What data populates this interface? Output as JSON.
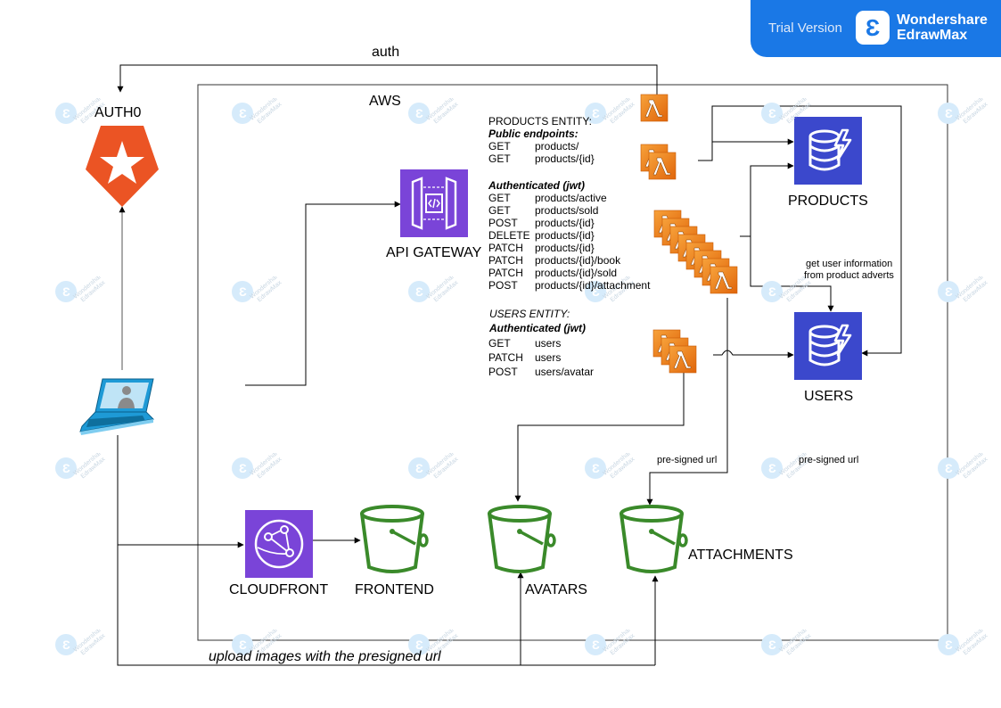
{
  "banner": {
    "trial": "Trial Version",
    "brand_line1": "Wondershare",
    "brand_line2": "EdrawMax",
    "logo_glyph": "Ɛ"
  },
  "watermark": {
    "line1": "Wondershare",
    "line2": "EdrawMax"
  },
  "labels": {
    "auth": "auth",
    "aws": "AWS",
    "auth0": "AUTH0",
    "api_gateway": "API GATEWAY",
    "products": "PRODUCTS",
    "users": "USERS",
    "cloudfront": "CLOUDFRONT",
    "frontend": "FRONTEND",
    "avatars": "AVATARS",
    "attachments": "ATTACHMENTS",
    "get_user_info_1": "get user information",
    "get_user_info_2": "from product adverts",
    "presigned_1": "pre-signed url",
    "presigned_2": "pre-signed url",
    "upload": "upload images with the presigned url"
  },
  "endpoints": {
    "products_title": "PRODUCTS ENTITY:",
    "public_title": "Public endpoints:",
    "public": [
      {
        "method": "GET",
        "path": "products/"
      },
      {
        "method": "GET",
        "path": "products/{id}"
      }
    ],
    "auth_title": "Authenticated (jwt)",
    "authenticated": [
      {
        "method": "GET",
        "path": "products/active"
      },
      {
        "method": "GET",
        "path": "products/sold"
      },
      {
        "method": "POST",
        "path": "products/{id}"
      },
      {
        "method": "DELETE",
        "path": "products/{id}"
      },
      {
        "method": "PATCH",
        "path": "products/{id}"
      },
      {
        "method": "PATCH",
        "path": "products/{id}/book"
      },
      {
        "method": "PATCH",
        "path": "products/{id}/sold"
      },
      {
        "method": "POST",
        "path": "products/{id}/attachment"
      }
    ],
    "users_title": "USERS ENTITY:",
    "users_auth_title": "Authenticated (jwt)",
    "users": [
      {
        "method": "GET",
        "path": "users"
      },
      {
        "method": "PATCH",
        "path": "users"
      },
      {
        "method": "POST",
        "path": "users/avatar"
      }
    ]
  },
  "colors": {
    "lambda": "#f0860f",
    "purple": "#6b3fd0",
    "dynamo": "#3b48cc",
    "bucket": "#3a8a2a",
    "auth0": "#eb5424",
    "banner": "#1a78e6",
    "laptop": "#1e9ad6"
  },
  "icons": {
    "lambda": "lambda-icon",
    "api_gateway": "api-gateway-icon",
    "dynamodb": "dynamodb-icon",
    "s3": "s3-bucket-icon",
    "cloudfront": "cloudfront-icon",
    "auth0": "auth0-shield-icon",
    "laptop": "laptop-user-icon"
  }
}
